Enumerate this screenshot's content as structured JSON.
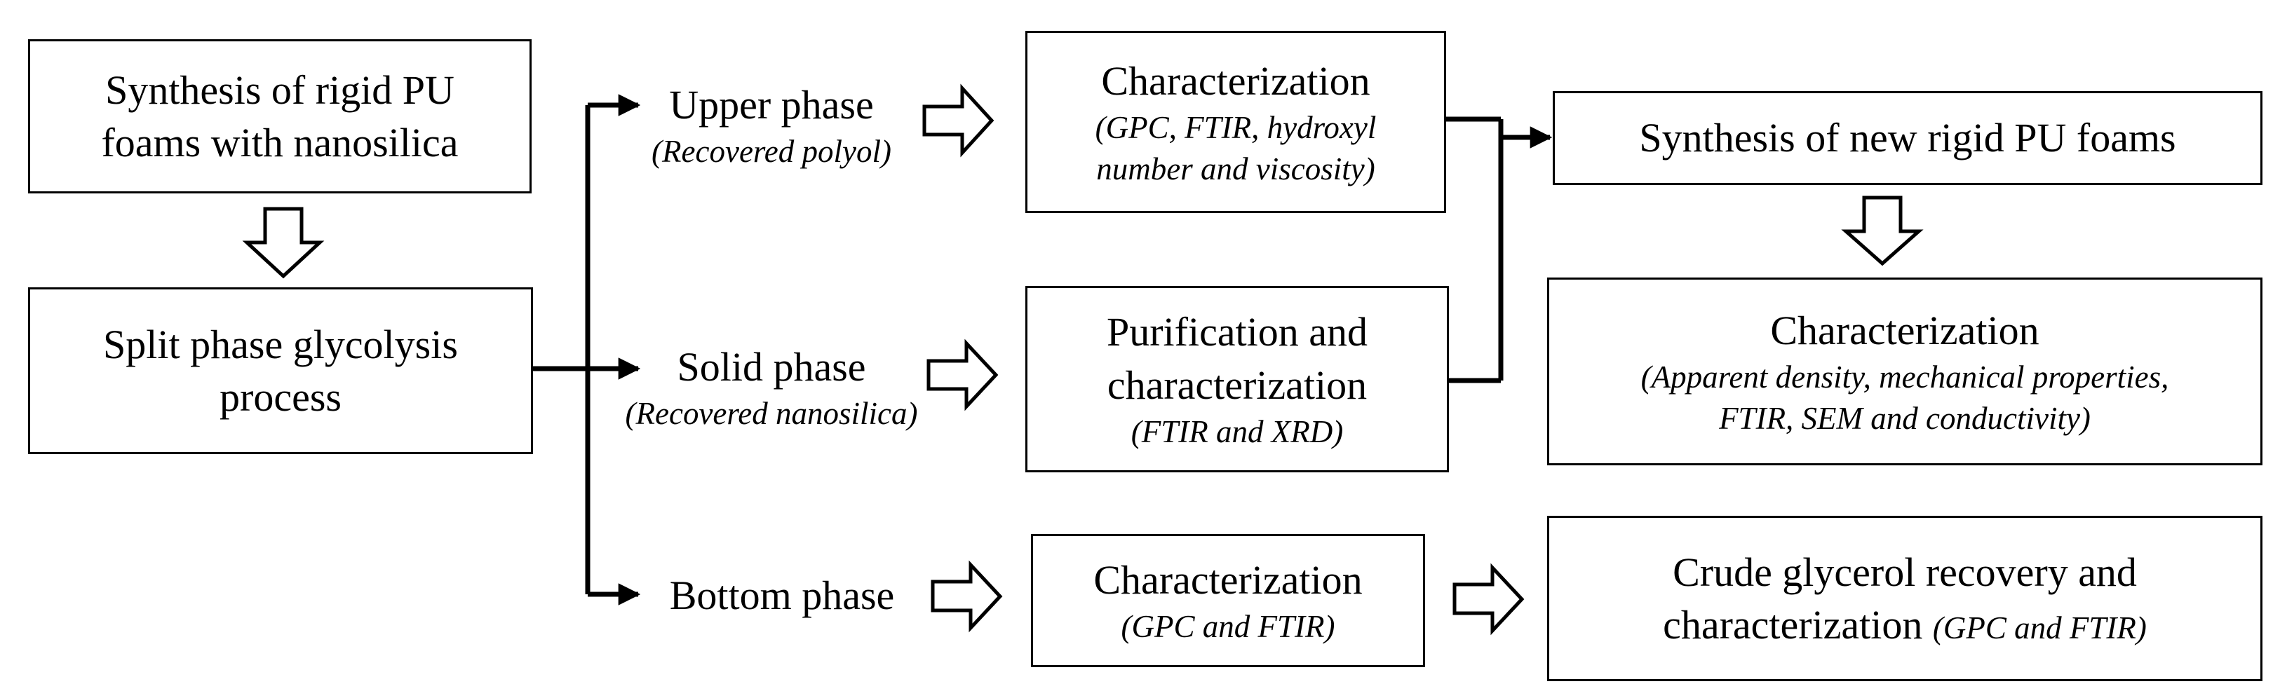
{
  "boxes": {
    "synthesis_rigid_pu_nanosilica": "Synthesis of rigid PU foams with nanosilica",
    "split_phase_glycolysis": "Split phase glycolysis process",
    "upper_characterization": {
      "title": "Characterization",
      "detail": "(GPC, FTIR, hydroxyl number and viscosity)"
    },
    "solid_purification": {
      "title": "Purification and characterization",
      "detail": "(FTIR and XRD)"
    },
    "bottom_characterization": {
      "title": "Characterization",
      "detail": "(GPC and FTIR)"
    },
    "synthesis_new_rigid_pu": "Synthesis of new rigid PU foams",
    "foam_characterization": {
      "title": "Characterization",
      "detail": "(Apparent density, mechanical properties, FTIR, SEM and conductivity)"
    },
    "crude_glycerol": {
      "title": "Crude glycerol recovery and characterization",
      "detail": "(GPC and FTIR)"
    }
  },
  "phases": {
    "upper": {
      "title": "Upper phase",
      "detail": "(Recovered polyol)"
    },
    "solid": {
      "title": "Solid phase",
      "detail": "(Recovered nanosilica)"
    },
    "bottom": {
      "title": "Bottom phase"
    }
  }
}
